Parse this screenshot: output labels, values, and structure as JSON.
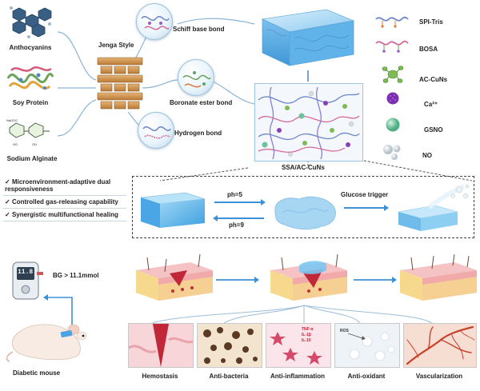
{
  "sources": {
    "anthocyanins": "Anthocyanins",
    "soy_protein": "Soy Protein",
    "sodium_alginate": "Sodium Alginate"
  },
  "jenga_label": "Jenga Style",
  "bonds": {
    "schiff": "Schiff base bond",
    "boronate": "Boronate ester bond",
    "hydrogen": "Hydrogen bond"
  },
  "hydrogel_label": "SSA/AC-CuNs",
  "legend": [
    {
      "label": "SPI-Tris",
      "icon": "spi-tris-icon"
    },
    {
      "label": "BOSA",
      "icon": "bosa-icon"
    },
    {
      "label": "AC-CuNs",
      "icon": "ac-cuns-icon"
    },
    {
      "label": "Ca²⁺",
      "icon": "calcium-icon"
    },
    {
      "label": "GSNO",
      "icon": "gsno-icon"
    },
    {
      "label": "NO",
      "icon": "no-icon"
    }
  ],
  "features": [
    "Microenvironment-adaptive dual responsiveness",
    "Controlled gas-releasing capability",
    "Synergistic multifunctional healing"
  ],
  "ph": {
    "forward": "ph=5",
    "backward": "ph=9"
  },
  "glucose_trigger": "Glucose trigger",
  "meter": {
    "reading": "11.8",
    "threshold": "BG > 11.1mmol"
  },
  "mouse_label": "Diabetic mouse",
  "inflammation_markers": [
    "TNF-α",
    "IL-1β",
    "IL-10"
  ],
  "ros_label": "ROS",
  "outcomes": [
    "Hemostasis",
    "Anti-bacteria",
    "Anti-inflammation",
    "Anti-oxidant",
    "Vascularization"
  ],
  "colors": {
    "wood": "#c98a45",
    "gel_blue": "#5fb3e8",
    "arrow_blue": "#3f8fd6",
    "skin_pink": "#f1a9a9",
    "fat_yellow": "#f6d98c"
  }
}
